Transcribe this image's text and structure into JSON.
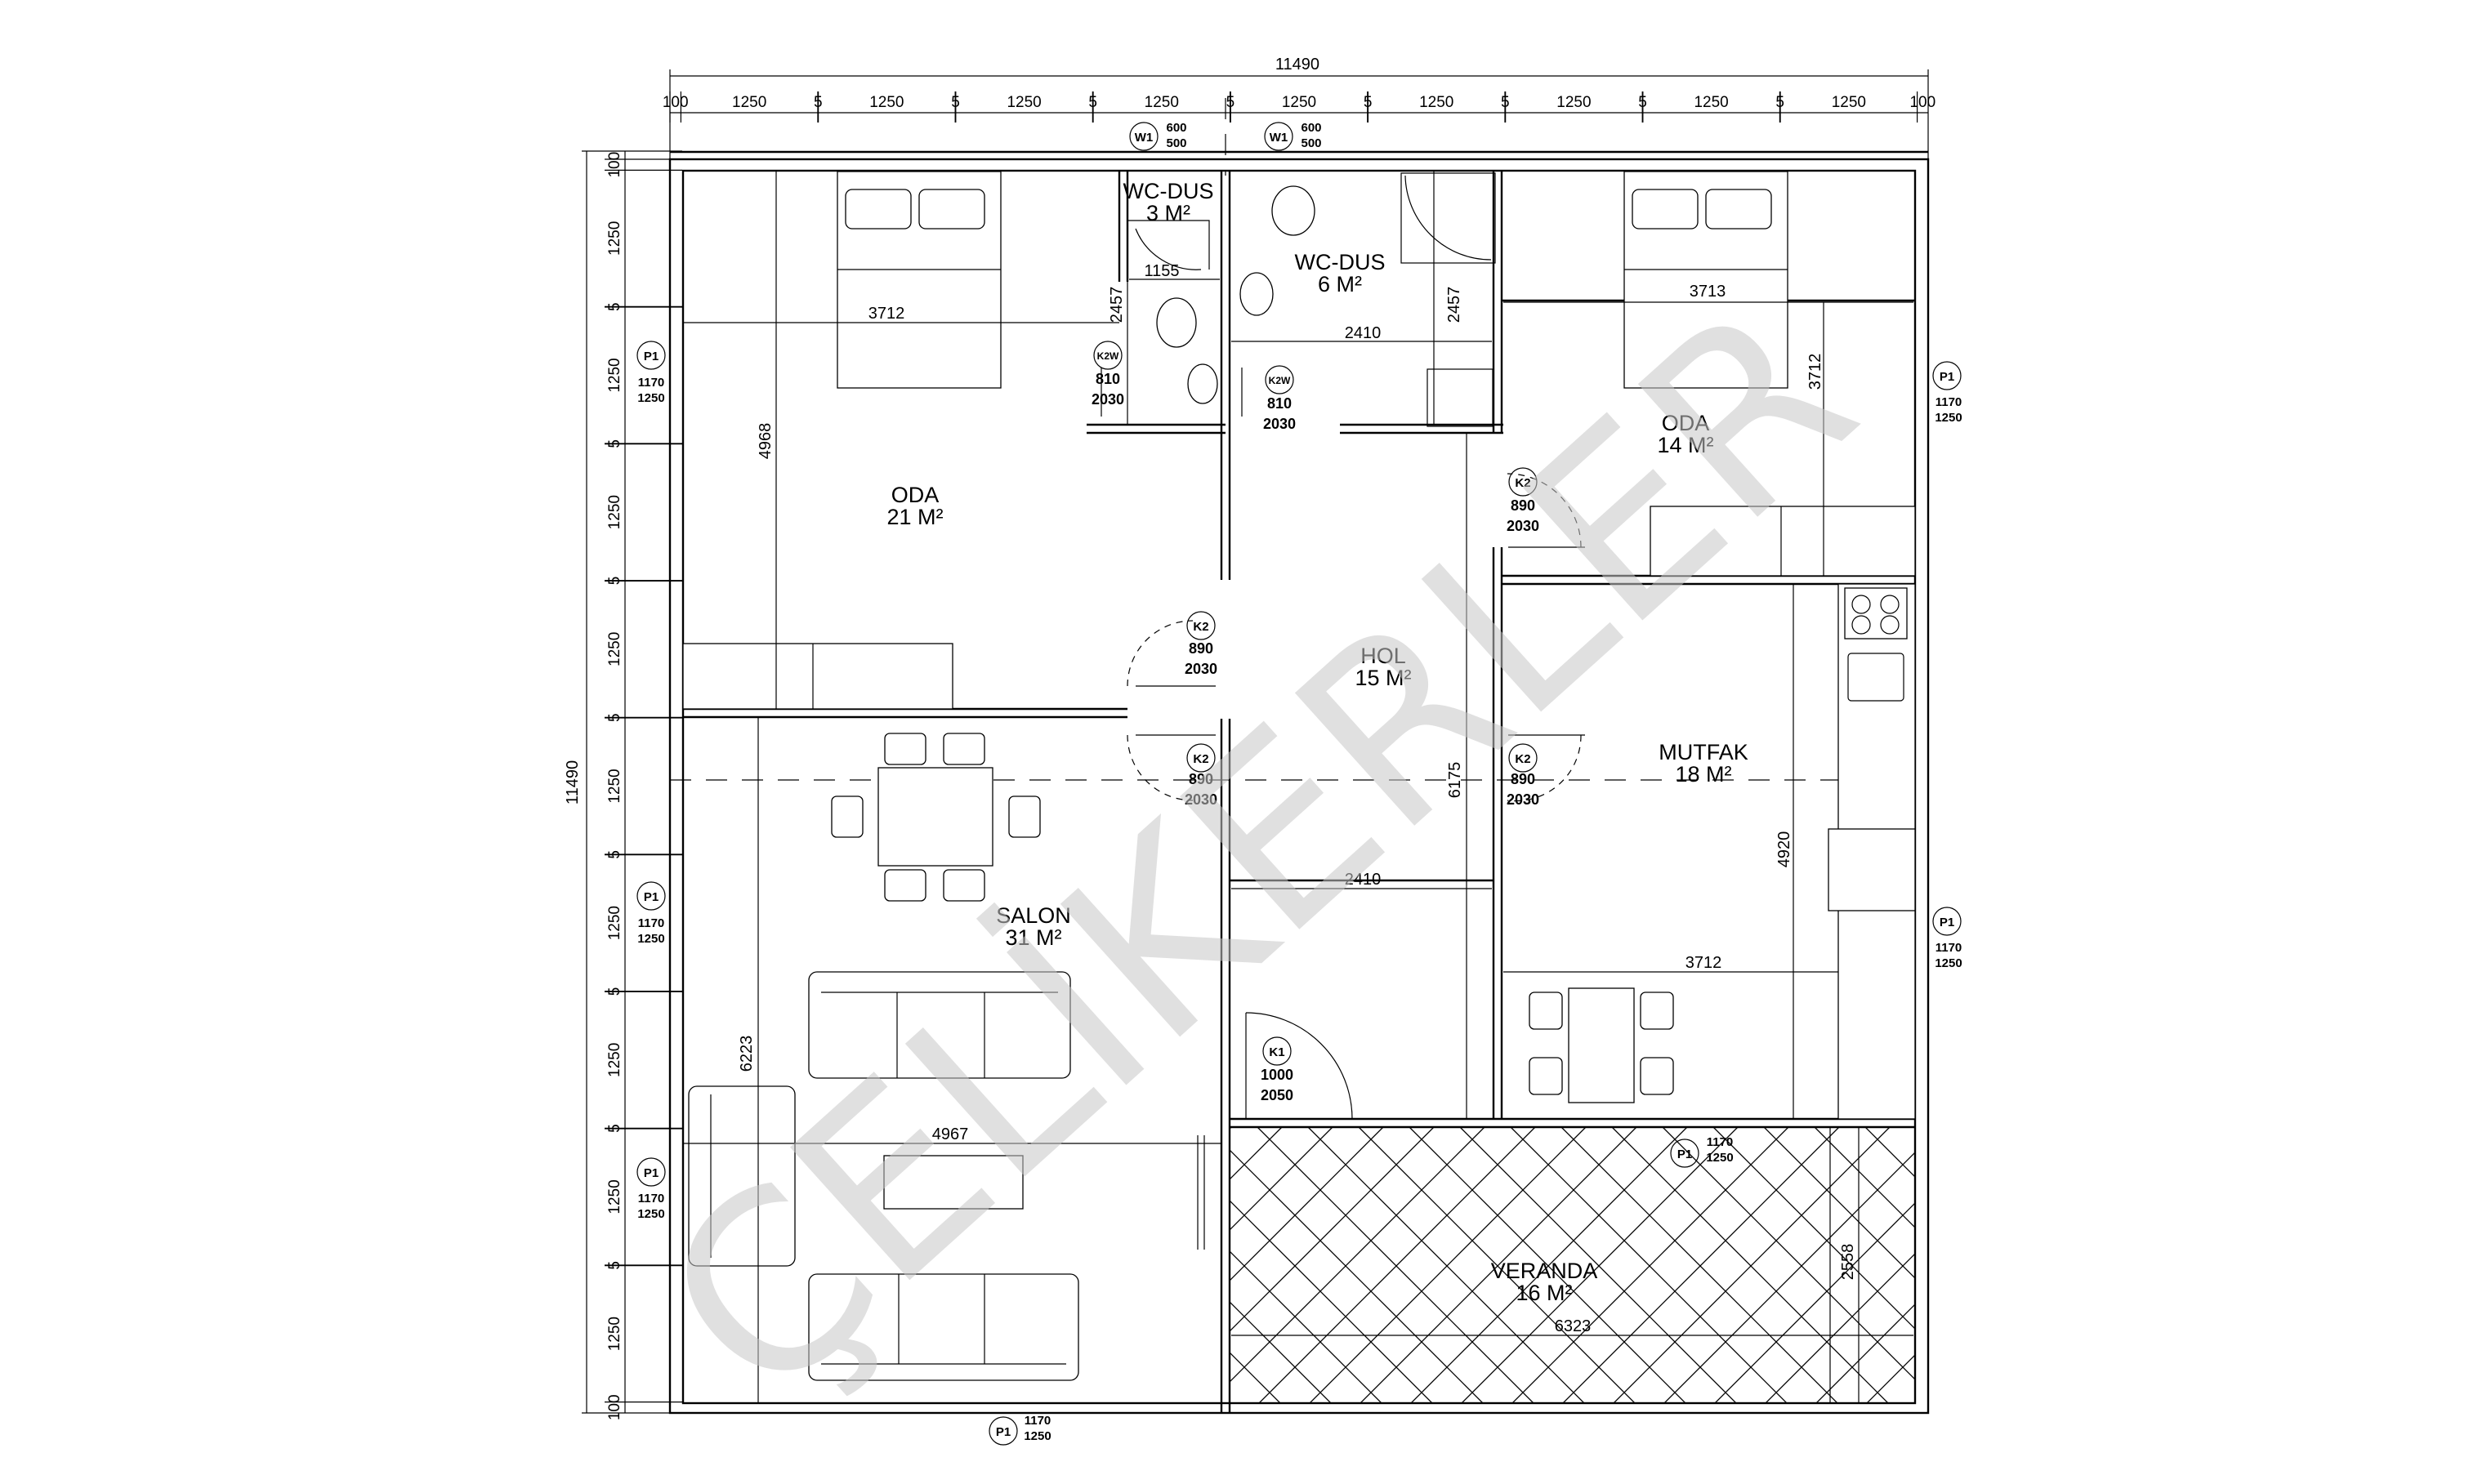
{
  "watermark": "ÇELİKERLER",
  "dimensions": {
    "overall_width": "11490",
    "overall_height": "11490",
    "top_segments": [
      "100",
      "1250",
      "5",
      "1250",
      "5",
      "1250",
      "5",
      "1250",
      "5",
      "1250",
      "5",
      "1250",
      "5",
      "1250",
      "5",
      "1250",
      "5",
      "1250",
      "100"
    ],
    "left_segments": [
      "100",
      "1250",
      "5",
      "1250",
      "5",
      "1250",
      "5",
      "1250",
      "5",
      "1250",
      "5",
      "1250",
      "5",
      "1250",
      "5",
      "1250",
      "5",
      "1250",
      "100"
    ],
    "interior": {
      "oda1_width": "3712",
      "oda1_height": "4968",
      "wc1_width": "1155",
      "wc1_height": "2457",
      "wc2_width": "2410",
      "wc2_height": "2457",
      "oda2_width": "3713",
      "oda2_height": "3712",
      "hol_width": "2410",
      "hol_height": "6175",
      "mutfak_width": "3712",
      "mutfak_height": "4920",
      "salon_width": "4967",
      "salon_height": "6223",
      "veranda_width": "6323",
      "veranda_height": "2558"
    }
  },
  "rooms": [
    {
      "name": "ODA",
      "area": "21 M²"
    },
    {
      "name": "WC-DUS",
      "area": "3 M²"
    },
    {
      "name": "WC-DUS",
      "area": "6 M²"
    },
    {
      "name": "ODA",
      "area": "14 M²"
    },
    {
      "name": "HOL",
      "area": "15 M²"
    },
    {
      "name": "MUTFAK",
      "area": "18 M²"
    },
    {
      "name": "SALON",
      "area": "31 M²"
    },
    {
      "name": "VERANDA",
      "area": "16 M²"
    }
  ],
  "openings": {
    "w1": {
      "tag": "W1",
      "w": "600",
      "h": "500"
    },
    "p1": {
      "tag": "P1",
      "w": "1170",
      "h": "1250"
    },
    "k2w": {
      "tag": "K2W",
      "w": "810",
      "h": "2030"
    },
    "k2": {
      "tag": "K2",
      "w": "890",
      "h": "2030"
    },
    "k2b": {
      "tag": "K2",
      "w": "890",
      "h": "2030"
    },
    "k1": {
      "tag": "K1",
      "w": "1000",
      "h": "2050"
    }
  }
}
